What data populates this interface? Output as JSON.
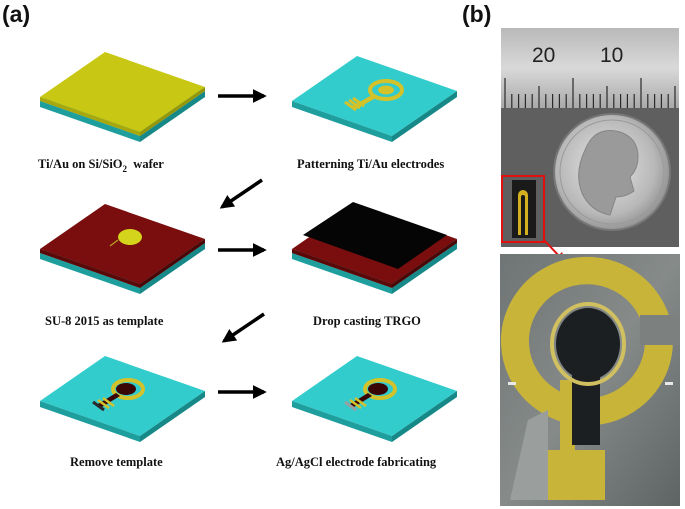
{
  "panels": {
    "a_label": "(a)",
    "b_label": "(b)"
  },
  "steps": [
    {
      "caption_main": "Ti/Au on Si/SiO",
      "caption_sub": "2",
      "caption_tail": "  wafer"
    },
    {
      "caption": "Patterning Ti/Au electrodes"
    },
    {
      "caption": "SU-8 2015 as template"
    },
    {
      "caption": "Drop casting TRGO"
    },
    {
      "caption": "Remove template"
    },
    {
      "caption": "Ag/AgCl electrode fabricating"
    }
  ],
  "photo": {
    "ruler_numbers": [
      "20",
      "10"
    ]
  },
  "colors": {
    "substrate_top": "#33cccc",
    "substrate_side": "#1f9e9e",
    "gold": "#d4c22a",
    "gold_film": "#c8c814",
    "su8": "#7a0e0e",
    "trgo": "#050505",
    "highlight": "#e01010"
  }
}
